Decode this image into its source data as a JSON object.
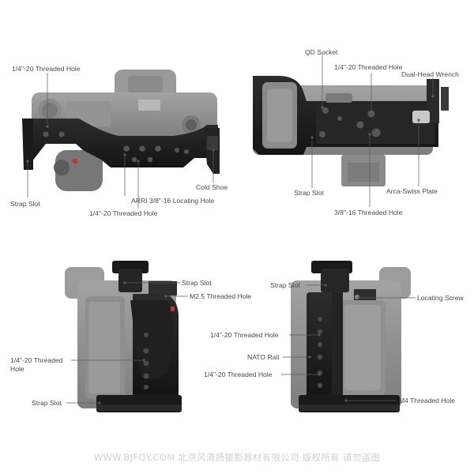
{
  "figure": {
    "panels": [
      {
        "id": "top-view-left",
        "labels": {
          "quarter_hole_top": "1/4\"-20 Threaded Hole",
          "strap_slot": "Strap Slot",
          "arri_locating": "ARRI 3/8\"-16 Locating Hole",
          "quarter_hole_bottom": "1/4\"-20 Threaded Hole",
          "cold_shoe": "Cold Shoe"
        }
      },
      {
        "id": "bottom-view",
        "labels": {
          "qd_socket": "QD Socket",
          "quarter_hole": "1/4\"-20 Threaded Hole",
          "dual_head_wrench": "Dual-Head Wrench",
          "strap_slot": "Strap Slot",
          "arca_swiss": "Arca-Swiss Plate",
          "three_eighths_hole": "3/8\"-16 Threaded Hole"
        }
      },
      {
        "id": "side-view-left",
        "labels": {
          "strap_slot_top": "Strap Slot",
          "m25_hole": "M2.5 Threaded Hole",
          "quarter_hole_line1": "1/4\"-20 Threaded",
          "quarter_hole_line2": "Hole",
          "strap_slot_bottom": "Strap Slot"
        }
      },
      {
        "id": "side-view-right",
        "labels": {
          "strap_slot": "Strap Slot",
          "locating_screw": "Locating Screw",
          "quarter_hole_top": "1/4\"-20 Threaded Hole",
          "nato_rail": "NATO Rail",
          "quarter_hole_bottom": "1/4\"-20 Threaded Hole",
          "m4_hole": "M4 Threaded Hole"
        }
      }
    ]
  },
  "watermark": "WWW.BJFQY.COM 北京风清扬摄影器材有限公司 版权所有 请勿盗图",
  "colors": {
    "camera_body": "#8e8e8e",
    "cage_metal": "#1c1c1c",
    "label_text": "#4a4a4a",
    "leader_line": "#5a5a5a",
    "watermark": "#d0d0d0"
  }
}
